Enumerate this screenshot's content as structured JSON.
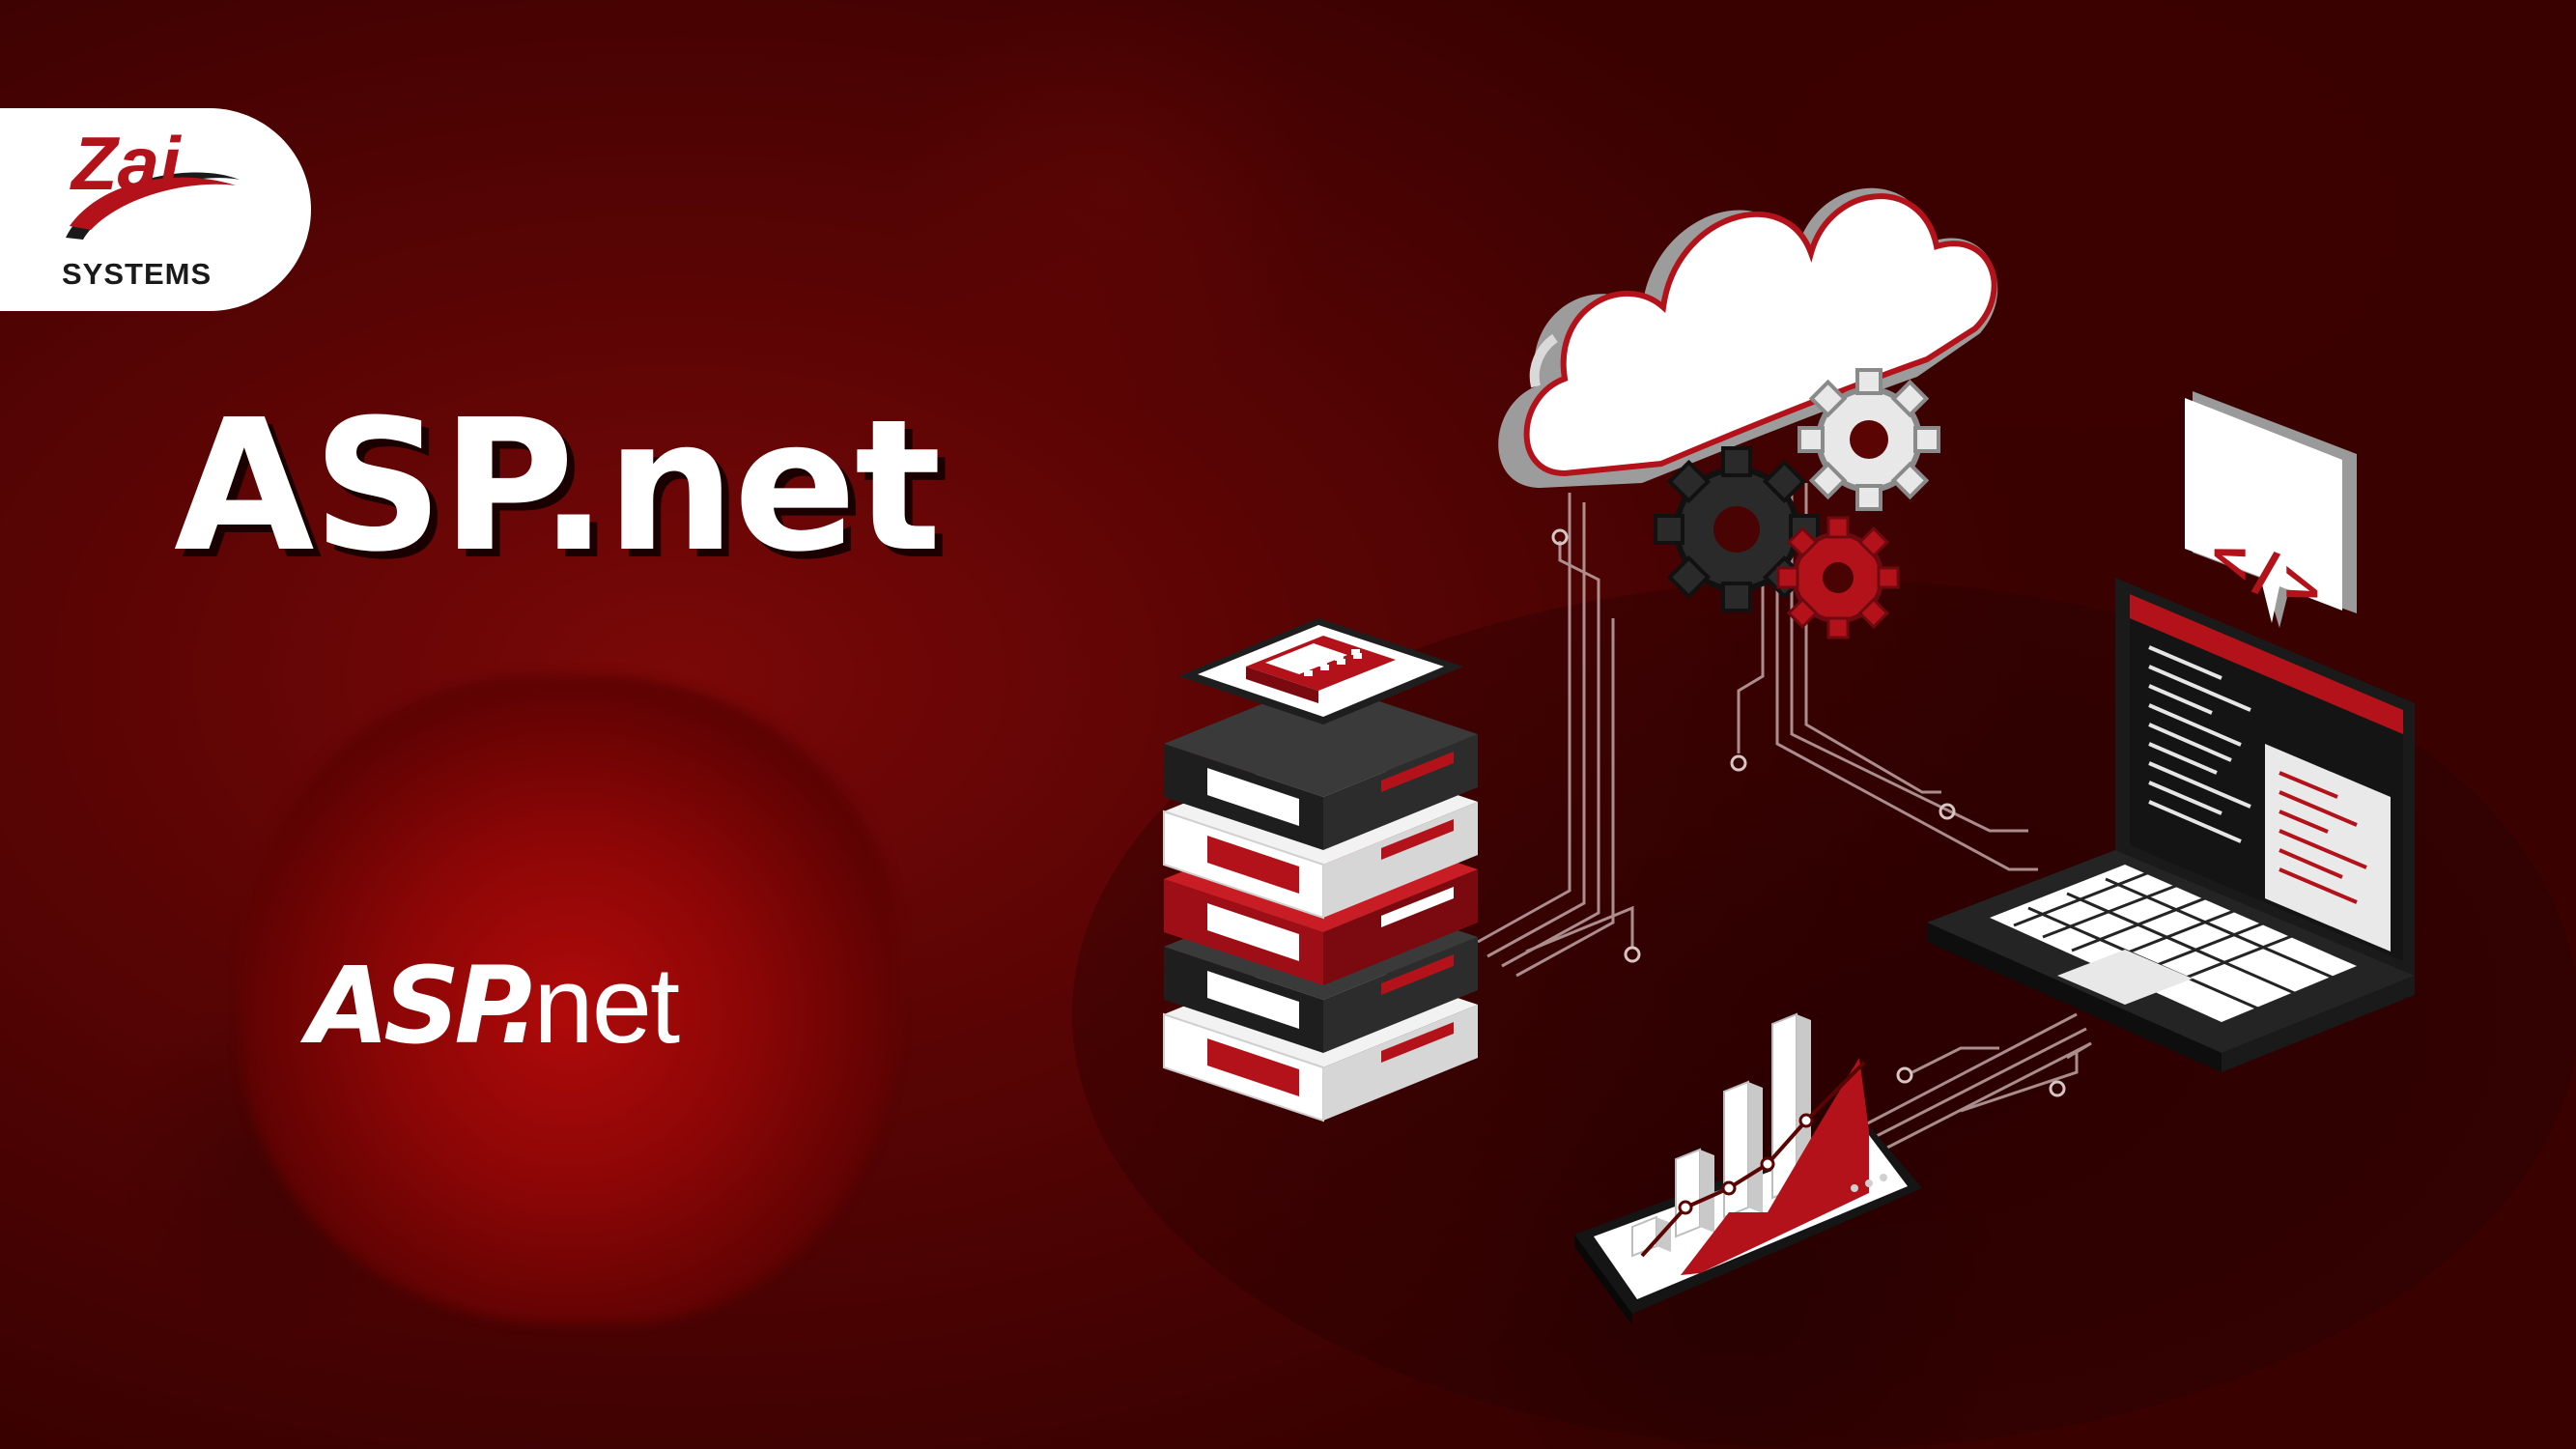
{
  "logo": {
    "brand_letters": "Zai",
    "subtitle": "SYSTEMS"
  },
  "headline": "ASP.net",
  "product_logo": {
    "bold_part": "ASP.",
    "light_part": "net"
  },
  "colors": {
    "background": "#5a0404",
    "accent_red": "#b3121a",
    "white": "#ffffff",
    "dark": "#1e1e1e"
  },
  "icons": [
    "cloud-icon",
    "gear-icon",
    "server-stack-icon",
    "calculator-icon",
    "laptop-icon",
    "code-bubble-icon",
    "analytics-tablet-icon"
  ]
}
